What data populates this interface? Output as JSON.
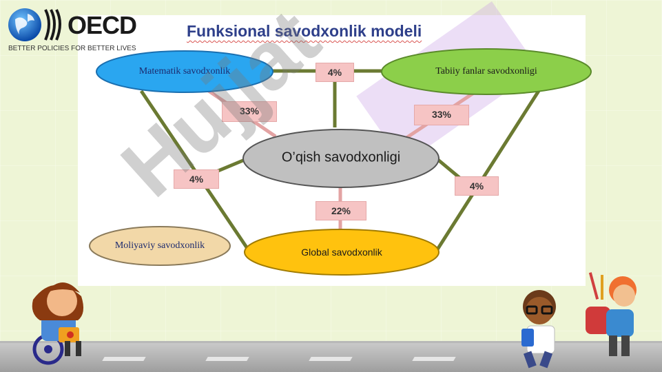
{
  "logo": {
    "name": "OECD",
    "tagline": "BETTER POLICIES FOR BETTER LIVES"
  },
  "title": "Funksional savodxonlik modeli",
  "watermark": "Hujjat",
  "nodes": {
    "math": "Matematik savodxonlik",
    "science": "Tabiiy fanlar savodxonligi",
    "reading": "O’qish savodxonligi",
    "financial": "Moliyaviy savodxonlik",
    "global": "Global savodxonlik"
  },
  "weights": {
    "math_science": "4%",
    "math_reading": "33%",
    "science_reading": "33%",
    "left_link": "4%",
    "right_link": "4%",
    "reading_global": "22%"
  },
  "colors": {
    "math": "#2aa6f0",
    "science": "#8ccf4a",
    "reading": "#c0c0c0",
    "financial": "#f2d8a8",
    "global": "#ffc20e",
    "edge": "#6b7a32",
    "edge_pink": "#e3a3a3",
    "badge": "#f6c4c4"
  }
}
